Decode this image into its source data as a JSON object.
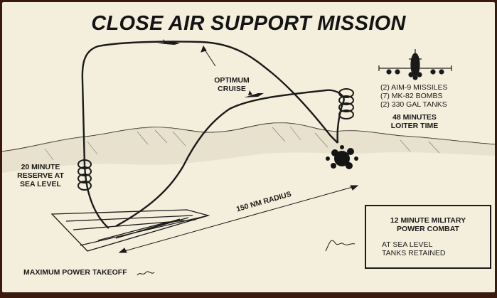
{
  "title": "CLOSE AIR SUPPORT MISSION",
  "labels": {
    "optimum_cruise_1": "OPTIMUM",
    "optimum_cruise_2": "CRUISE",
    "weapons_1": "(2) AIM-9 MISSILES",
    "weapons_2": "(7) MK-82 BOMBS",
    "weapons_3": "(2) 330 GAL TANKS",
    "loiter_1": "48 MINUTES",
    "loiter_2": "LOITER TIME",
    "reserve_1": "20 MINUTE",
    "reserve_2": "RESERVE AT",
    "reserve_3": "SEA LEVEL",
    "radius": "150 NM RADIUS",
    "takeoff": "MAXIMUM POWER TAKEOFF",
    "combat_1": "12 MINUTE MILITARY",
    "combat_2": "POWER COMBAT",
    "combat_3": "AT SEA LEVEL",
    "combat_4": "TANKS RETAINED"
  },
  "colors": {
    "ink": "#1a1a1a",
    "paper": "#f4efdc",
    "border": "#3a1a0c"
  }
}
